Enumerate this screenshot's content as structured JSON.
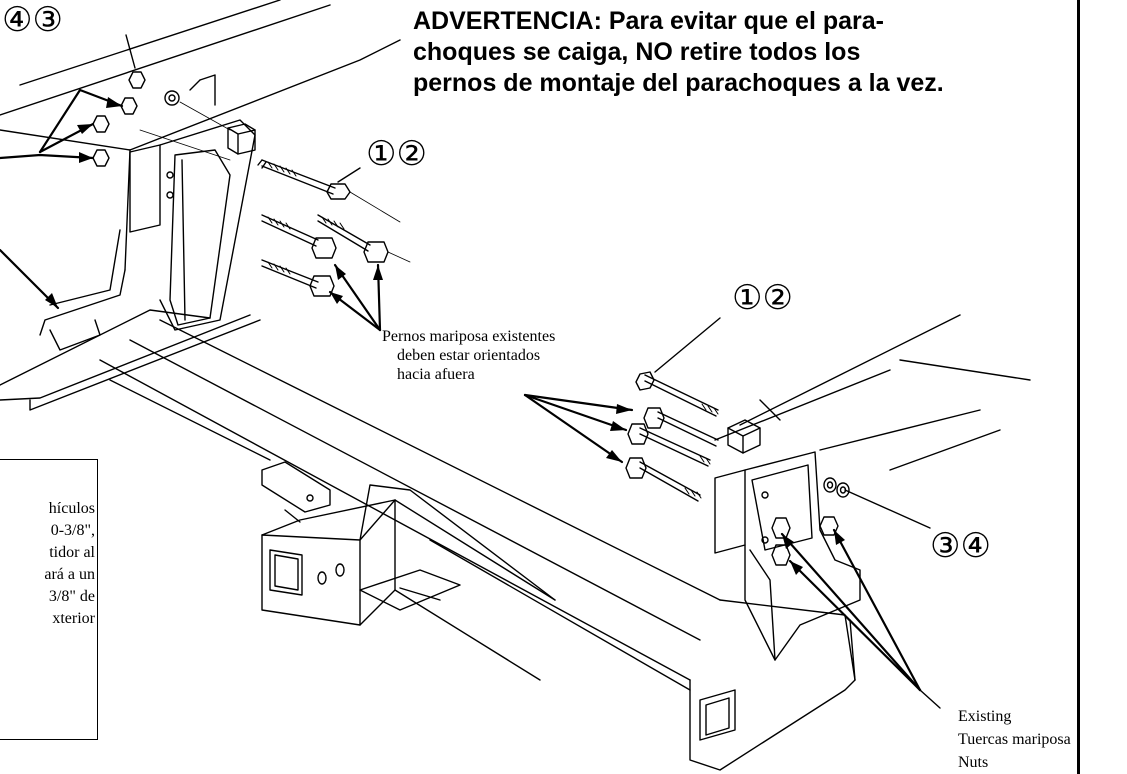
{
  "warning": {
    "lines": [
      "ADVERTENCIA: Para evitar que el para-",
      "choques se caiga,  NO retire todos los",
      "pernos de montaje del parachoques a la vez."
    ]
  },
  "callouts": {
    "top_left": "④③",
    "top_right_bolts": "①②",
    "middle_bolts": "①②",
    "right_washers": "③④"
  },
  "labels": {
    "carriage_bolts": [
      "Pernos mariposa existentes",
      "deben estar orientados",
      "hacia afuera"
    ],
    "existing_nuts": [
      "Existing",
      "Tuercas mariposa",
      "Nuts"
    ]
  },
  "note": {
    "lines": [
      "hículos",
      "0-3/8\",",
      "tidor al",
      "ará a un",
      "3/8\" de",
      "xterior"
    ]
  }
}
